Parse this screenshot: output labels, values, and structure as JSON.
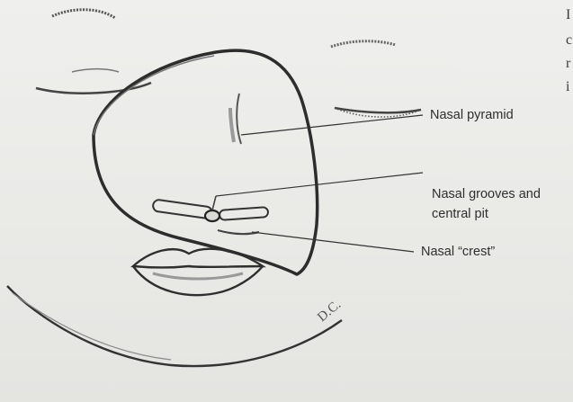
{
  "labels": {
    "nasal_pyramid": "Nasal pyramid",
    "nasal_grooves_line1": "Nasal grooves and",
    "nasal_grooves_line2": "central pit",
    "nasal_crest": "Nasal “crest”"
  },
  "signature": "D.C.",
  "cropped_text_edge": [
    "I",
    "c",
    "r",
    "i"
  ],
  "colors": {
    "paper": "#ececea",
    "ink": "#2e2e2e",
    "pencil": "#3c3c3c"
  }
}
